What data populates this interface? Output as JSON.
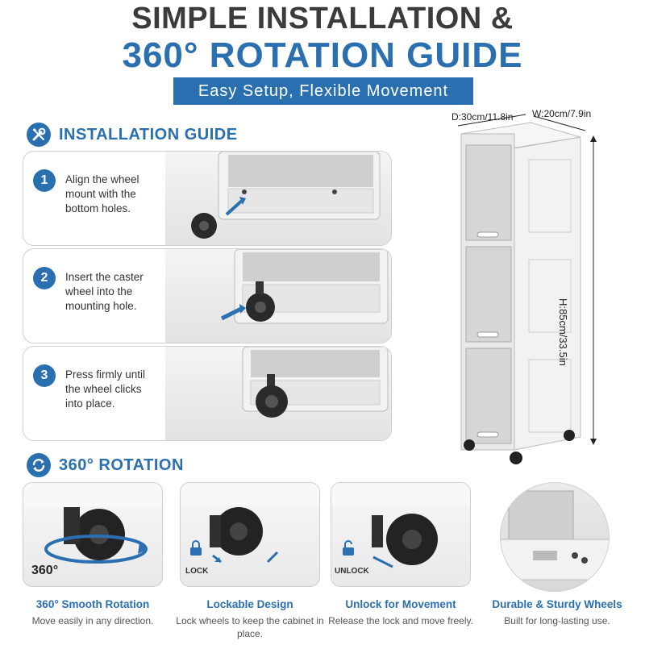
{
  "header": {
    "title_line1": "SIMPLE INSTALLATION &",
    "title_line2": "360° ROTATION GUIDE",
    "subtitle": "Easy  Setup, Flexible Movement"
  },
  "installation": {
    "heading": "INSTALLATION GUIDE",
    "icon": "tools-icon",
    "steps": [
      {
        "number": "1",
        "text": "Align the wheel mount with the bottom holes."
      },
      {
        "number": "2",
        "text": "Insert the caster wheel into the mounting hole."
      },
      {
        "number": "3",
        "text": "Press firmly until the wheel clicks into place."
      }
    ]
  },
  "rotation": {
    "heading": "360° ROTATION",
    "icon": "rotate-icon",
    "features": [
      {
        "title": "360° Smooth Rotation",
        "desc": "Move easily in any direction.",
        "badge": "360°"
      },
      {
        "title": "Lockable Design",
        "desc": "Lock wheels to keep the cabinet in place.",
        "badge": "LOCK"
      },
      {
        "title": "Unlock for Movement",
        "desc": "Release the lock and move freely.",
        "badge": "UNLOCK"
      },
      {
        "title": "Durable & Sturdy Wheels",
        "desc": "Built for long-lasting use.",
        "badge": ""
      }
    ]
  },
  "cabinet": {
    "depth": "D:30cm/11.8in",
    "width": "W:20cm/7.9in",
    "height": "H:85cm/33.5in"
  },
  "colors": {
    "accent": "#2a6fb0",
    "dark_text": "#3b3b3b"
  }
}
